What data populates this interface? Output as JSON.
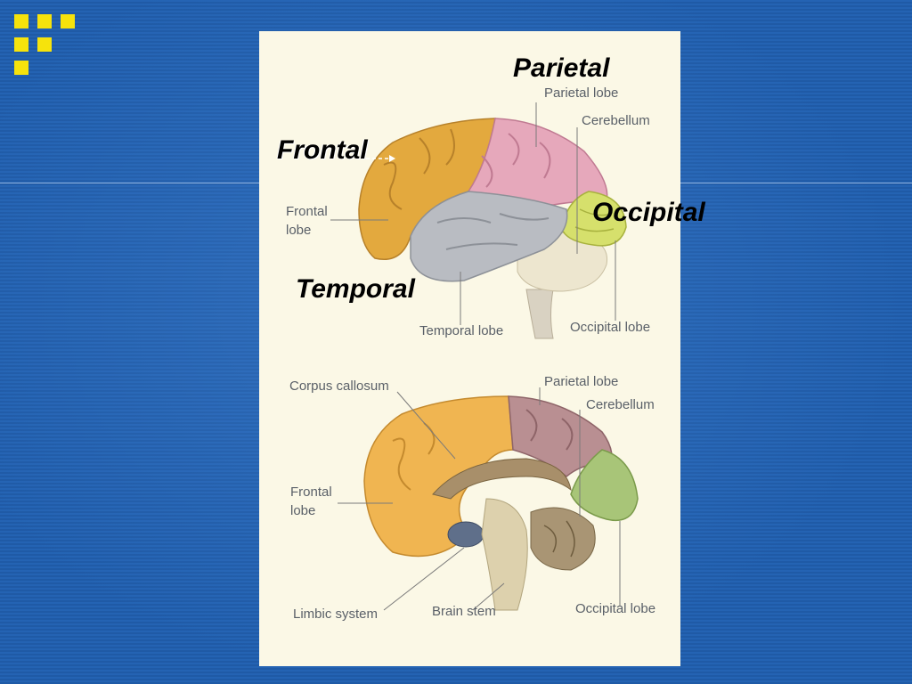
{
  "slide": {
    "colors": {
      "background": "#2463b3",
      "accent": "#f6e30c",
      "panel": "#fbf8e6"
    },
    "logo_icon": "yellow-squares-icon"
  },
  "overlay_labels": {
    "parietal": "Parietal",
    "frontal": "Frontal",
    "occipital": "Occipital",
    "temporal": "Temporal"
  },
  "lateral_view": {
    "parietal_lobe": "Parietal lobe",
    "cerebellum": "Cerebellum",
    "frontal_lobe_1": "Frontal",
    "frontal_lobe_2": "lobe",
    "temporal_lobe": "Temporal lobe",
    "occipital_lobe": "Occipital lobe"
  },
  "medial_view": {
    "corpus_callosum": "Corpus callosum",
    "parietal_lobe": "Parietal lobe",
    "cerebellum": "Cerebellum",
    "frontal_lobe_1": "Frontal",
    "frontal_lobe_2": "lobe",
    "limbic_system": "Limbic system",
    "brain_stem": "Brain stem",
    "occipital_lobe": "Occipital lobe"
  }
}
